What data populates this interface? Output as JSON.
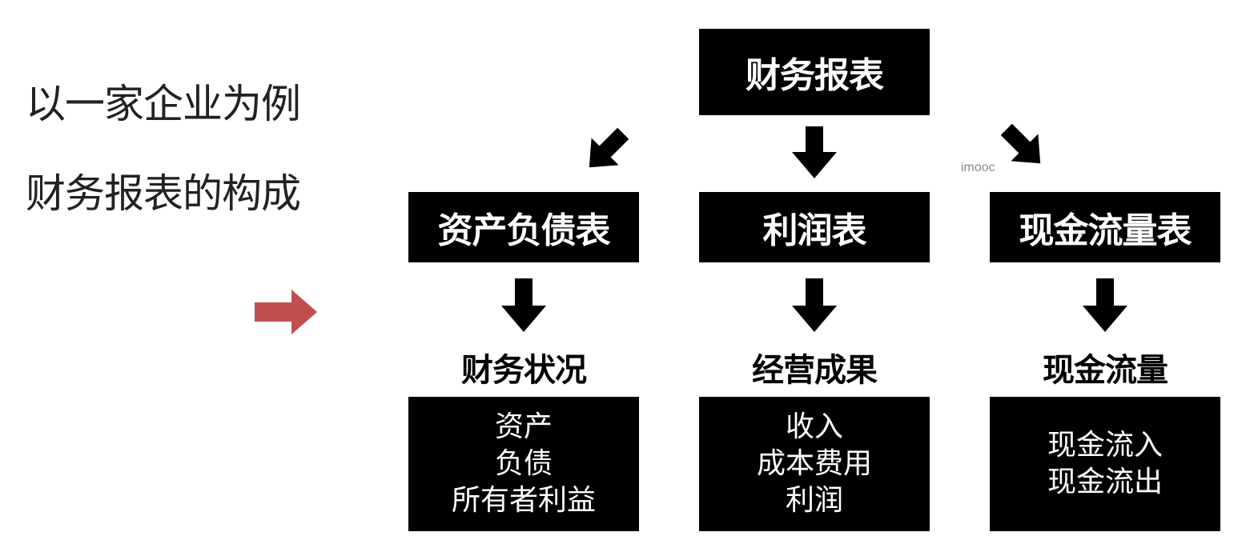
{
  "intro": {
    "line1": "以一家企业为例",
    "line2": "财务报表的构成"
  },
  "watermark": "imooc",
  "root": {
    "label": "财务报表"
  },
  "columns": [
    {
      "header": "资产负债表",
      "caption": "财务状况",
      "items": [
        "资产",
        "负债",
        "所有者利益"
      ]
    },
    {
      "header": "利润表",
      "caption": "经营成果",
      "items": [
        "收入",
        "成本费用",
        "利润"
      ]
    },
    {
      "header": "现金流量表",
      "caption": "现金流量",
      "items": [
        "现金流入",
        "现金流出"
      ]
    }
  ],
  "colors": {
    "box": "#000000",
    "box_text": "#ffffff",
    "pointer_arrow": "#c0504d"
  }
}
